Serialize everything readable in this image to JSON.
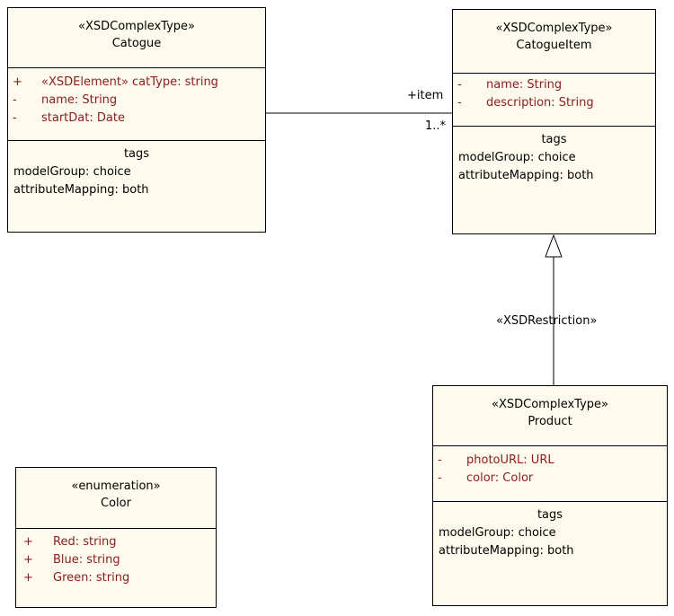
{
  "classes": {
    "catogue": {
      "stereotype": "«XSDComplexType»",
      "name": "Catogue",
      "attributes": [
        {
          "vis": "+",
          "text": "«XSDElement» catType:  string"
        },
        {
          "vis": "-",
          "text": "name:  String"
        },
        {
          "vis": "-",
          "text": "startDat:  Date"
        }
      ],
      "tags_title": "tags",
      "tags": [
        "modelGroup: choice",
        "attributeMapping: both"
      ]
    },
    "catogueitem": {
      "stereotype": "«XSDComplexType»",
      "name": "CatogueItem",
      "attributes": [
        {
          "vis": "-",
          "text": "name:  String"
        },
        {
          "vis": "-",
          "text": "description:  String"
        }
      ],
      "tags_title": "tags",
      "tags": [
        "modelGroup: choice",
        "attributeMapping: both"
      ]
    },
    "product": {
      "stereotype": "«XSDComplexType»",
      "name": "Product",
      "attributes": [
        {
          "vis": "-",
          "text": "photoURL:  URL"
        },
        {
          "vis": "-",
          "text": "color:  Color"
        }
      ],
      "tags_title": "tags",
      "tags": [
        "modelGroup: choice",
        "attributeMapping: both"
      ]
    },
    "color": {
      "stereotype": "«enumeration»",
      "name": "Color",
      "attributes": [
        {
          "vis": "+",
          "text": "Red:  string"
        },
        {
          "vis": "+",
          "text": "Blue:  string"
        },
        {
          "vis": "+",
          "text": "Green:  string"
        }
      ]
    }
  },
  "association": {
    "role": "+item",
    "multiplicity": "1..*"
  },
  "generalization": {
    "stereotype": "«XSDRestriction»"
  }
}
